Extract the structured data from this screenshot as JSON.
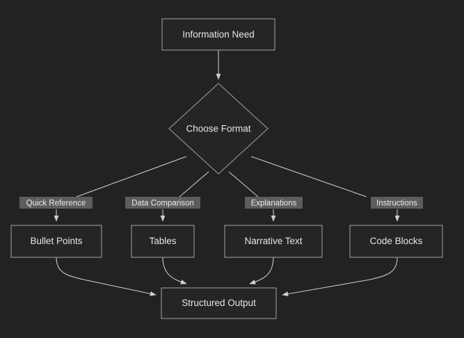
{
  "diagram": {
    "type": "flowchart",
    "direction": "top-down",
    "background_color": "#222222",
    "node_fill_color": "#252525",
    "node_border_color": "#999999",
    "edge_color": "#c8c8c8",
    "text_color": "#e6e6e6",
    "edge_label_background": "#5d5d5d",
    "nodes": [
      {
        "id": "start",
        "shape": "rectangle",
        "label": "Information Need"
      },
      {
        "id": "decision",
        "shape": "diamond",
        "label": "Choose Format"
      },
      {
        "id": "bullets",
        "shape": "rectangle",
        "label": "Bullet Points"
      },
      {
        "id": "tables",
        "shape": "rectangle",
        "label": "Tables"
      },
      {
        "id": "narrative",
        "shape": "rectangle",
        "label": "Narrative Text"
      },
      {
        "id": "code",
        "shape": "rectangle",
        "label": "Code Blocks"
      },
      {
        "id": "output",
        "shape": "rectangle",
        "label": "Structured Output"
      }
    ],
    "edge_labels": [
      {
        "id": "quick-reference",
        "label": "Quick Reference"
      },
      {
        "id": "data-comparison",
        "label": "Data Comparison"
      },
      {
        "id": "explanations",
        "label": "Explanations"
      },
      {
        "id": "instructions",
        "label": "Instructions"
      }
    ],
    "edges": [
      {
        "from": "start",
        "to": "decision",
        "label": ""
      },
      {
        "from": "decision",
        "to": "bullets",
        "label": "Quick Reference"
      },
      {
        "from": "decision",
        "to": "tables",
        "label": "Data Comparison"
      },
      {
        "from": "decision",
        "to": "narrative",
        "label": "Explanations"
      },
      {
        "from": "decision",
        "to": "code",
        "label": "Instructions"
      },
      {
        "from": "bullets",
        "to": "output",
        "label": ""
      },
      {
        "from": "tables",
        "to": "output",
        "label": ""
      },
      {
        "from": "narrative",
        "to": "output",
        "label": ""
      },
      {
        "from": "code",
        "to": "output",
        "label": ""
      }
    ]
  }
}
